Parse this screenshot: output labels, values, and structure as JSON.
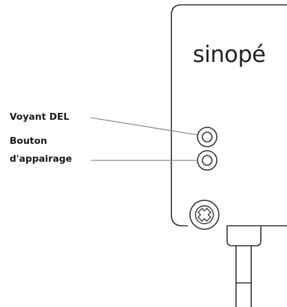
{
  "brand": {
    "logo_text": "sinopé"
  },
  "labels": {
    "led_indicator": "Voyant DEL",
    "pairing_button_line1": "Bouton",
    "pairing_button_line2": "d'appairage"
  },
  "colors": {
    "stroke": "#2b2b2b",
    "leader_line": "#8a8a8a",
    "background": "#ffffff"
  }
}
